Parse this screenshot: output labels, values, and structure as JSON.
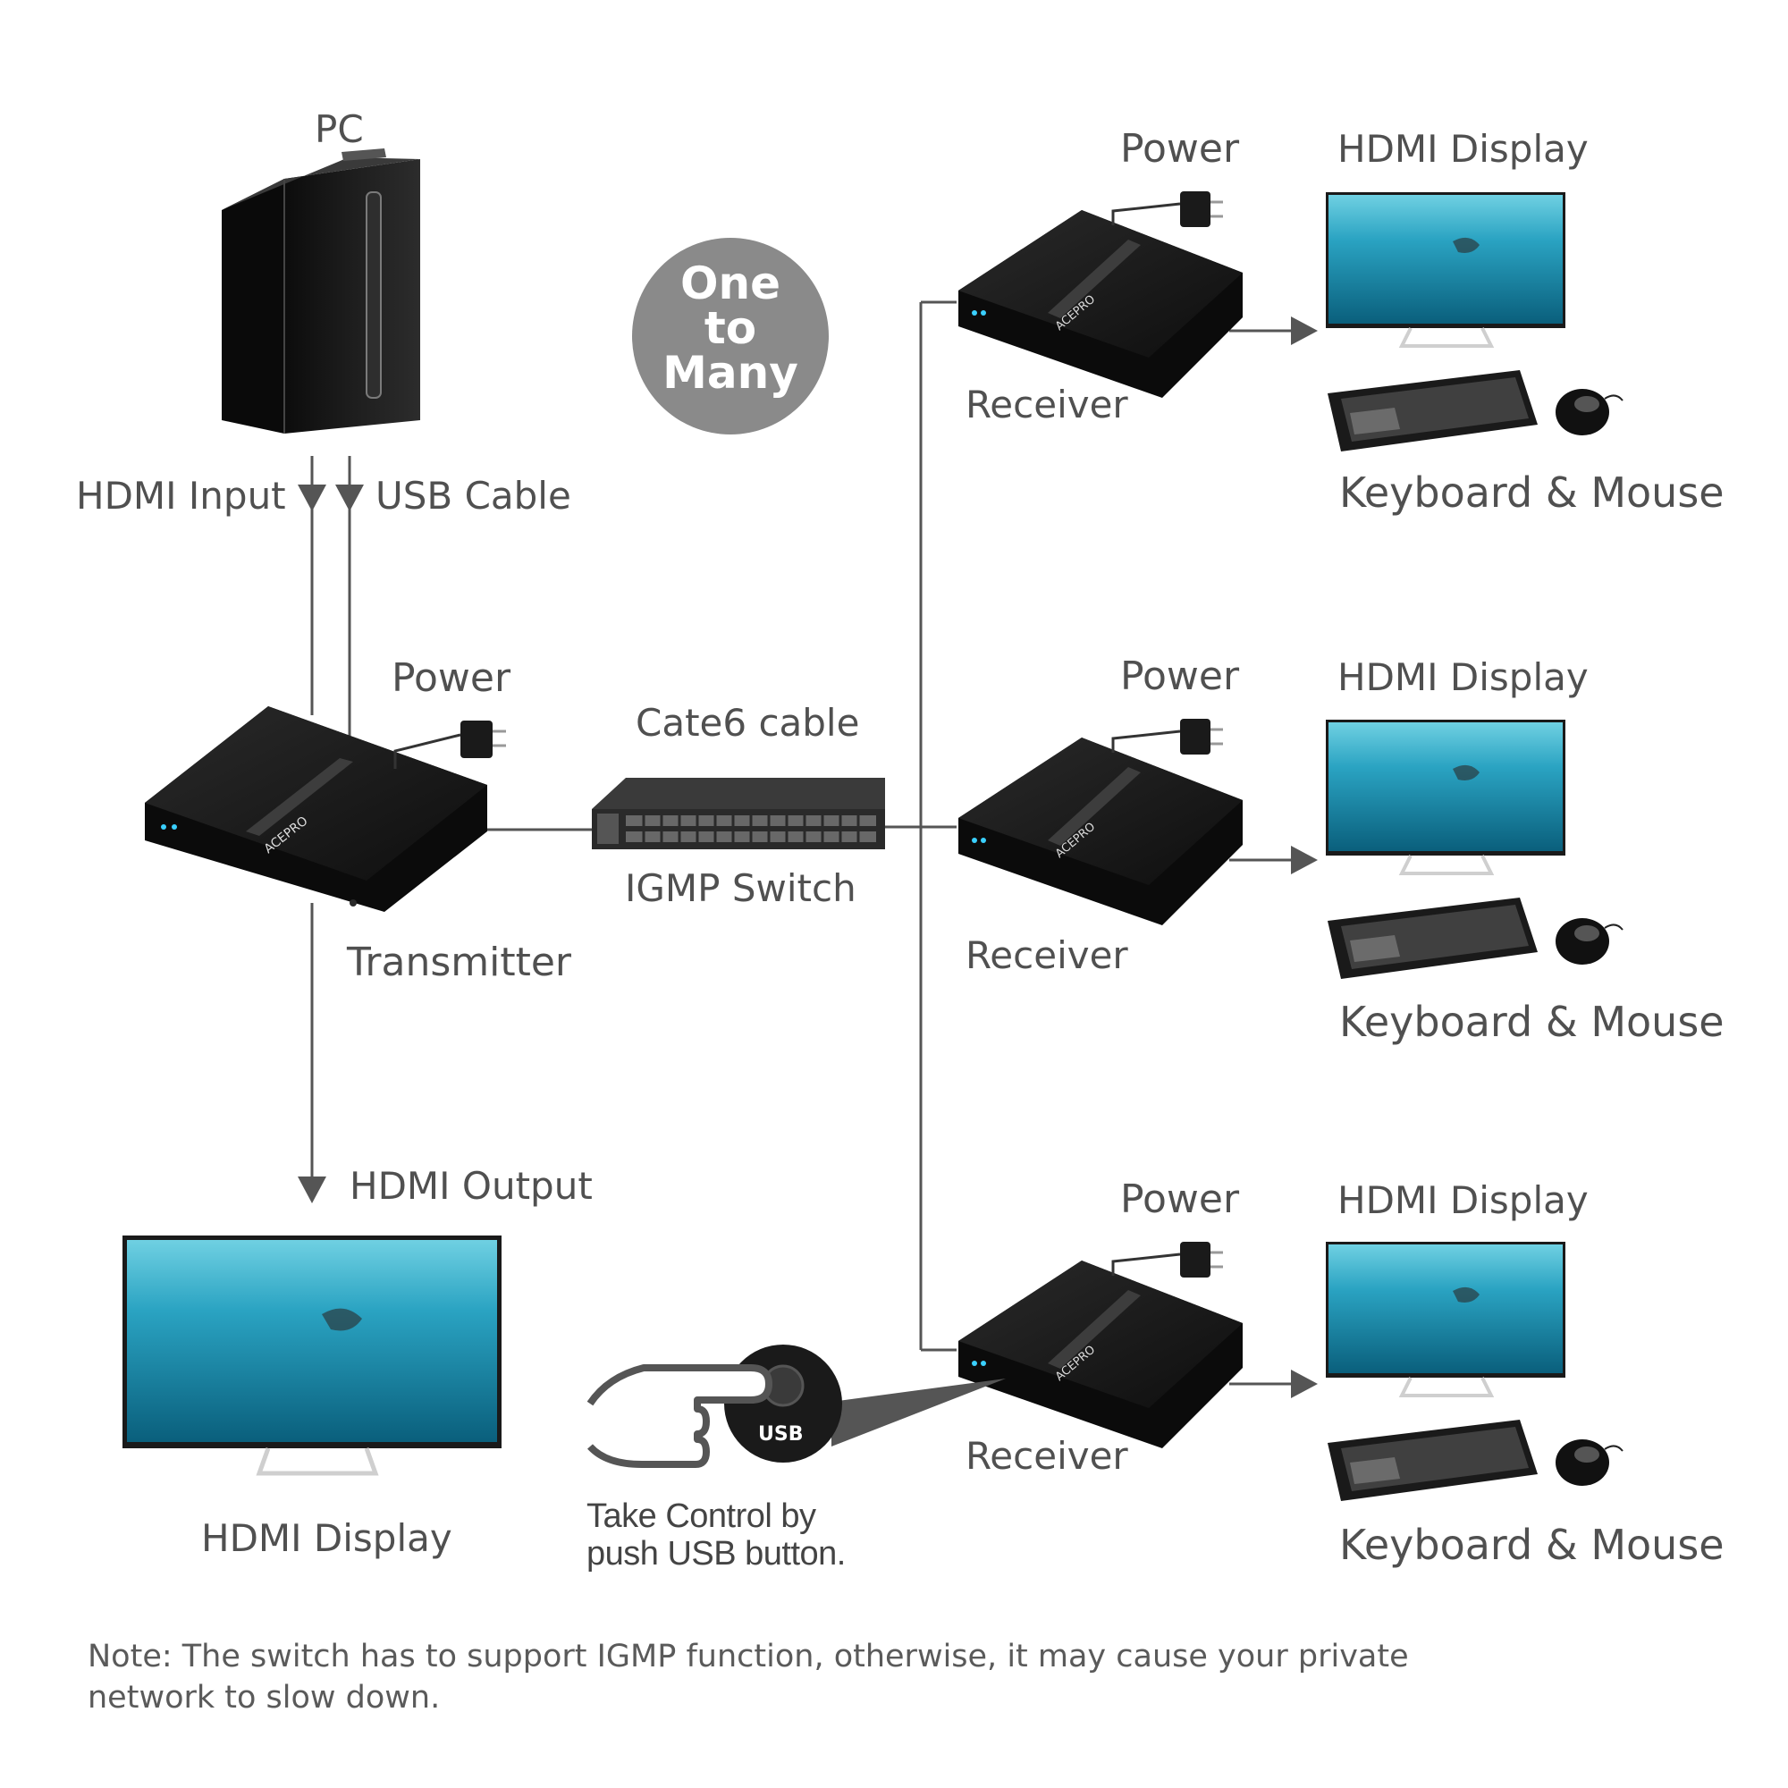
{
  "pc": {
    "label": "PC"
  },
  "badge": {
    "line1": "One",
    "line2": "to",
    "line3": "Many"
  },
  "transmitter": {
    "label": "Transmitter",
    "power_label": "Power",
    "hdmi_input_label": "HDMI Input",
    "usb_cable_label": "USB Cable",
    "hdmi_output_label": "HDMI Output",
    "display_label": "HDMI Display"
  },
  "switch": {
    "cable_label": "Cate6 cable",
    "label": "IGMP Switch"
  },
  "receivers": [
    {
      "label": "Receiver",
      "power_label": "Power",
      "display_label": "HDMI Display",
      "peripherals_label": "Keyboard & Mouse"
    },
    {
      "label": "Receiver",
      "power_label": "Power",
      "display_label": "HDMI Display",
      "peripherals_label": "Keyboard & Mouse"
    },
    {
      "label": "Receiver",
      "power_label": "Power",
      "display_label": "HDMI Display",
      "peripherals_label": "Keyboard & Mouse"
    }
  ],
  "usb_control": {
    "button_label": "USB",
    "caption_line1": "Take Control by",
    "caption_line2": "push USB button."
  },
  "note": "Note: The switch has to support IGMP function, otherwise, it may cause your private network to slow down.",
  "colors": {
    "line": "#555555",
    "device": "#151515",
    "screen_top": "#5ec6dc",
    "screen_bottom": "#0b6a86",
    "badge": "#8a8a8a"
  }
}
